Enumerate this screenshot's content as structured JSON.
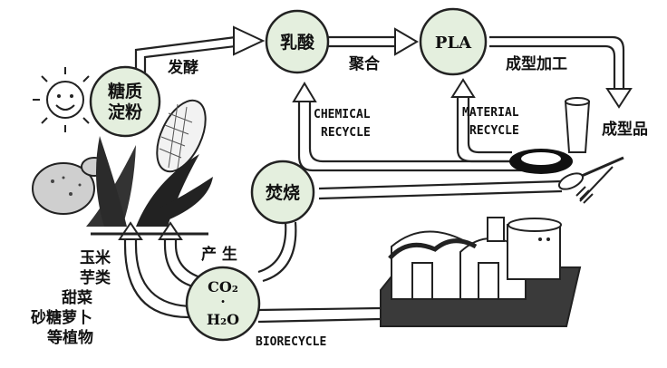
{
  "nodes": {
    "lactic_acid": "乳酸",
    "pla": "PLA",
    "sugar_starch_line1": "糖质",
    "sugar_starch_line2": "淀粉",
    "incineration": "焚烧",
    "co2": "CO₂",
    "dot": "·",
    "h2o": "H₂O"
  },
  "labels": {
    "fermentation": "发酵",
    "polymerization": "聚合",
    "molding": "成型加工",
    "molded_product": "成型品",
    "chemical_recycle_line1": "CHEMICAL",
    "chemical_recycle_line2": "RECYCLE",
    "material_recycle_line1": "MATERIAL",
    "material_recycle_line2": "RECYCLE",
    "produce": "产 生",
    "biorecycle": "BIORECYCLE"
  },
  "plants": {
    "line1": "玉米",
    "line2": "芋类",
    "line3": "甜菜",
    "line4": "砂糖萝卜",
    "line5": "等植物"
  },
  "colors": {
    "node_fill": "#e4efde",
    "stroke": "#222222",
    "background": "#ffffff"
  }
}
